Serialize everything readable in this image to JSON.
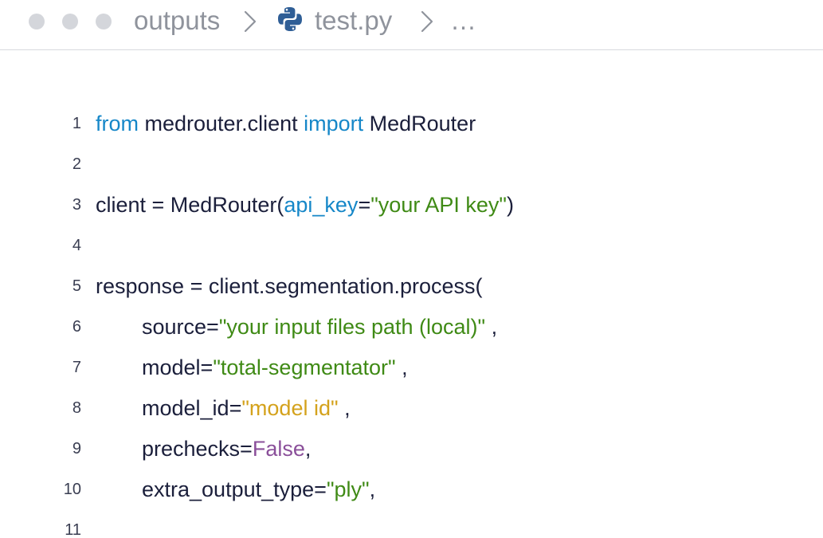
{
  "window": {
    "breadcrumb": {
      "folder": "outputs",
      "file": "test.py",
      "more": "…"
    }
  },
  "editor": {
    "lines": [
      {
        "number": "1",
        "parts": [
          {
            "text": "from",
            "cls": "kw"
          },
          {
            "text": " medrouter.client ",
            "cls": ""
          },
          {
            "text": "import",
            "cls": "kw"
          },
          {
            "text": " MedRouter",
            "cls": ""
          }
        ]
      },
      {
        "number": "2",
        "parts": []
      },
      {
        "number": "3",
        "parts": [
          {
            "text": "client = MedRouter(",
            "cls": ""
          },
          {
            "text": "api_key",
            "cls": "param"
          },
          {
            "text": "=",
            "cls": ""
          },
          {
            "text": "\"your API key\"",
            "cls": "str"
          },
          {
            "text": ")",
            "cls": ""
          }
        ]
      },
      {
        "number": "4",
        "parts": []
      },
      {
        "number": "5",
        "parts": [
          {
            "text": "response = client.segmentation.process(",
            "cls": ""
          }
        ]
      },
      {
        "number": "6",
        "parts": [
          {
            "text": "source=",
            "cls": ""
          },
          {
            "text": "\"your input files path (local)\"",
            "cls": "str"
          },
          {
            "text": " ,",
            "cls": ""
          }
        ]
      },
      {
        "number": "7",
        "parts": [
          {
            "text": "model=",
            "cls": ""
          },
          {
            "text": "\"total-segmentator\"",
            "cls": "str"
          },
          {
            "text": " ,",
            "cls": ""
          }
        ]
      },
      {
        "number": "8",
        "parts": [
          {
            "text": "model_id=",
            "cls": ""
          },
          {
            "text": "\"model id\"",
            "cls": "str2"
          },
          {
            "text": " ,",
            "cls": ""
          }
        ]
      },
      {
        "number": "9",
        "parts": [
          {
            "text": "prechecks=",
            "cls": ""
          },
          {
            "text": "False",
            "cls": "bool"
          },
          {
            "text": ",",
            "cls": ""
          }
        ]
      },
      {
        "number": "10",
        "parts": [
          {
            "text": "extra_output_type=",
            "cls": ""
          },
          {
            "text": "\"ply\"",
            "cls": "str"
          },
          {
            "text": ",",
            "cls": ""
          }
        ]
      },
      {
        "number": "11",
        "parts": []
      }
    ]
  },
  "colors": {
    "keyword": "#1687c8",
    "string": "#3f8a15",
    "string_alt": "#d4a21c",
    "boolean": "#8a4f9a",
    "text": "#1b1f3b",
    "breadcrumb": "#8f939c"
  }
}
